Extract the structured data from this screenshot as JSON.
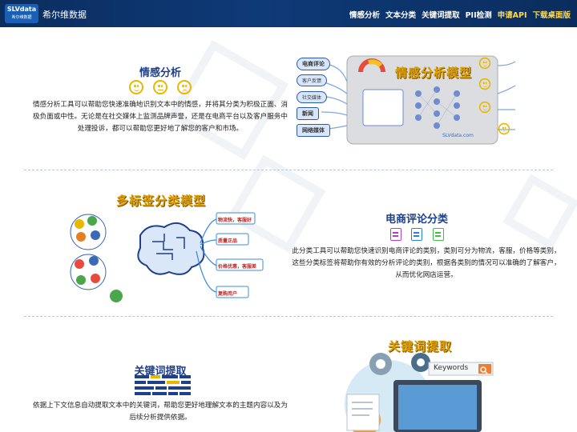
{
  "header": {
    "logo": "SLVdata",
    "logo_sub": "希尔维数据",
    "brand": "希尔维数据",
    "nav": [
      {
        "label": "情感分析",
        "highlight": false
      },
      {
        "label": "文本分类",
        "highlight": false
      },
      {
        "label": "关键词提取",
        "highlight": false
      },
      {
        "label": "PII检测",
        "highlight": false
      },
      {
        "label": "申请API",
        "highlight": true
      },
      {
        "label": "下载桌面版",
        "highlight": true
      }
    ]
  },
  "sentiment": {
    "title": "情感分析",
    "desc": "情感分析工具可以帮助您快速准确地识别文本中的情感，并将其分类为积极正面、消极负面或中性。无论是在社交媒体上监测品牌声誉，还是在电商平台以及客户服务中处理投诉，都可以帮助您更好地了解您的客户和市场。",
    "diagram_title": "情感分析模型",
    "sources": [
      "电商评论",
      "客户反馈",
      "社交媒体",
      "新闻",
      "网络媒体"
    ],
    "watermark": "SLVdata.com"
  },
  "multi": {
    "diagram_title": "多标签分类模型",
    "labels": [
      "物流快，客服好",
      "质量正品",
      "价格优惠，客服差",
      "复购用户"
    ]
  },
  "ecommerce": {
    "title": "电商评论分类",
    "desc": "此分类工具可以帮助您快速识别电商评论的类别，类别可分为物流，客服，价格等类别，这些分类标签将帮助你有效的分析评论的类别，根据各类别的情况可以准确的了解客户，从而优化网店运营。"
  },
  "keyword": {
    "title": "关键词提取",
    "desc": "依据上下文信息自动提取文本中的关键词，帮助您更好地理解文本的主题内容以及为后续分析提供依据。",
    "diagram_title": "关键词提取",
    "search_label": "Keywords"
  },
  "colors": {
    "header_bg": "#0b2d5e",
    "title_blue": "#1d3f8c",
    "accent_yellow": "#ffd84a"
  }
}
